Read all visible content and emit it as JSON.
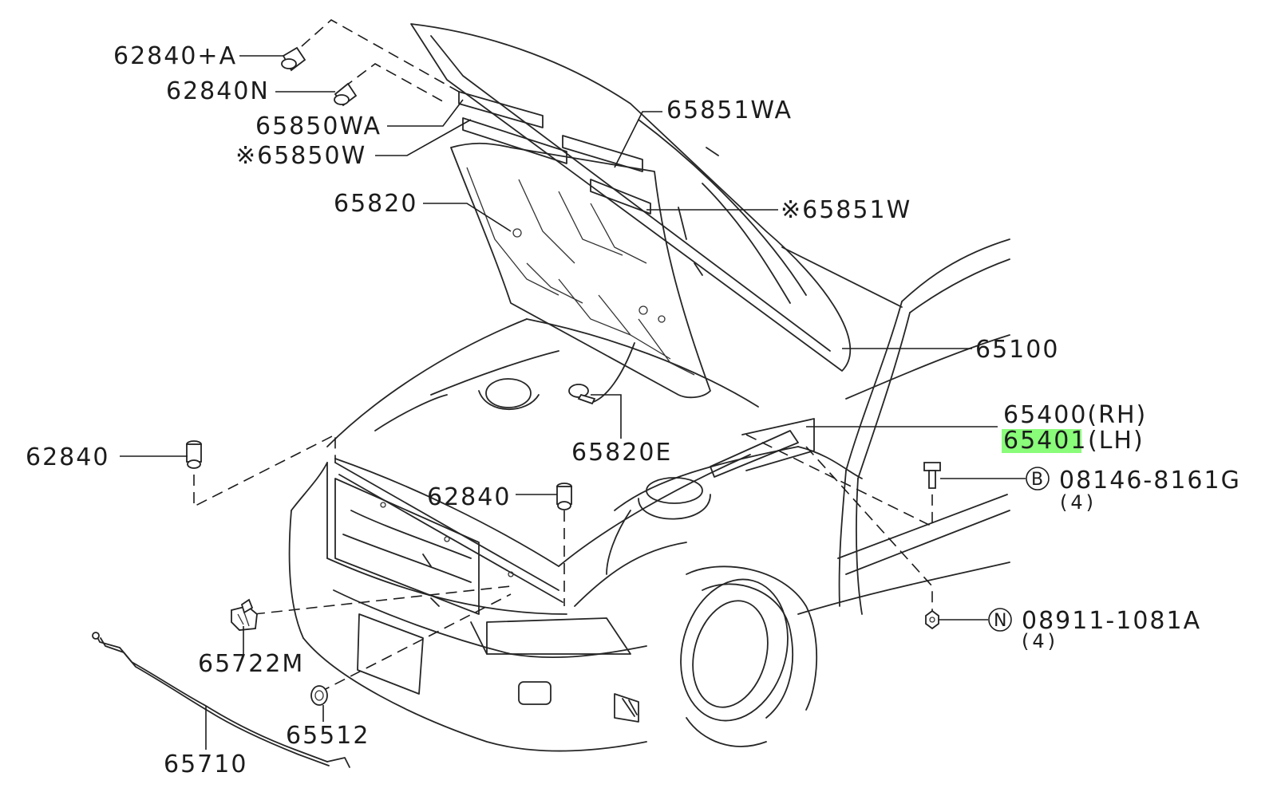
{
  "diagram": {
    "highlight_color": "#7CFC6A",
    "labels": {
      "p62840_a": "62840+A",
      "p62840n": "62840N",
      "p65850wa": "65850WA",
      "p65850w": "※65850W",
      "p65851wa": "65851WA",
      "p65820": "65820",
      "p65851w": "※65851W",
      "p65100": "65100",
      "p65400": "65400(RH)",
      "p65401_num": "65401",
      "p65401_side": "(LH)",
      "p62840_left": "62840",
      "p65820e": "65820E",
      "p62840_mid": "62840",
      "p08146": "08146-8161G",
      "p08146_qty": "(4)",
      "p08146_mark": "B",
      "p08911": "08911-1081A",
      "p08911_qty": "(4)",
      "p08911_mark": "N",
      "p65722m": "65722M",
      "p65512": "65512",
      "p65710": "65710"
    }
  }
}
